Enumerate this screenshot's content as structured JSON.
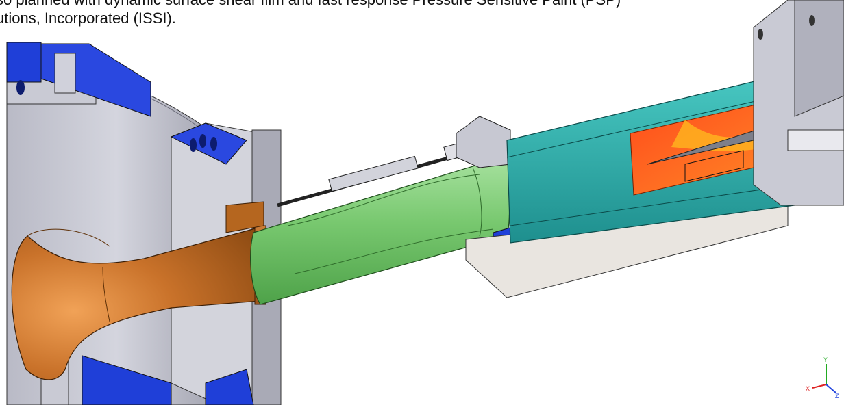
{
  "document": {
    "line1": "so planned with dynamic surface shear film and fast response Pressure Sensitive Paint (PSP)",
    "line2": "utions, Incorporated (ISSI)."
  },
  "figure": {
    "triad_labels": {
      "y": "Y",
      "x": "X",
      "z": "Z"
    }
  },
  "colors": {
    "flange": "#1f3fd8",
    "plate_gray": "#b4b4be",
    "inlet_copper": "#b5661f",
    "contraction_green": "#6fc46a",
    "test_section_teal": "#2fb3b0",
    "psp_hot": "#ff5a1e",
    "psp_warm": "#ffb21e"
  }
}
